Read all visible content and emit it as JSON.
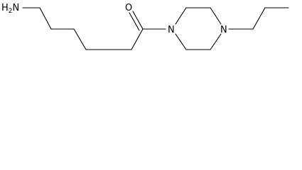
{
  "molecule": {
    "atoms": {
      "amine": {
        "symbol": "H",
        "subscript": "2",
        "suffix": "N"
      },
      "oxygen": "O",
      "n1": "N",
      "n4": "N"
    }
  }
}
